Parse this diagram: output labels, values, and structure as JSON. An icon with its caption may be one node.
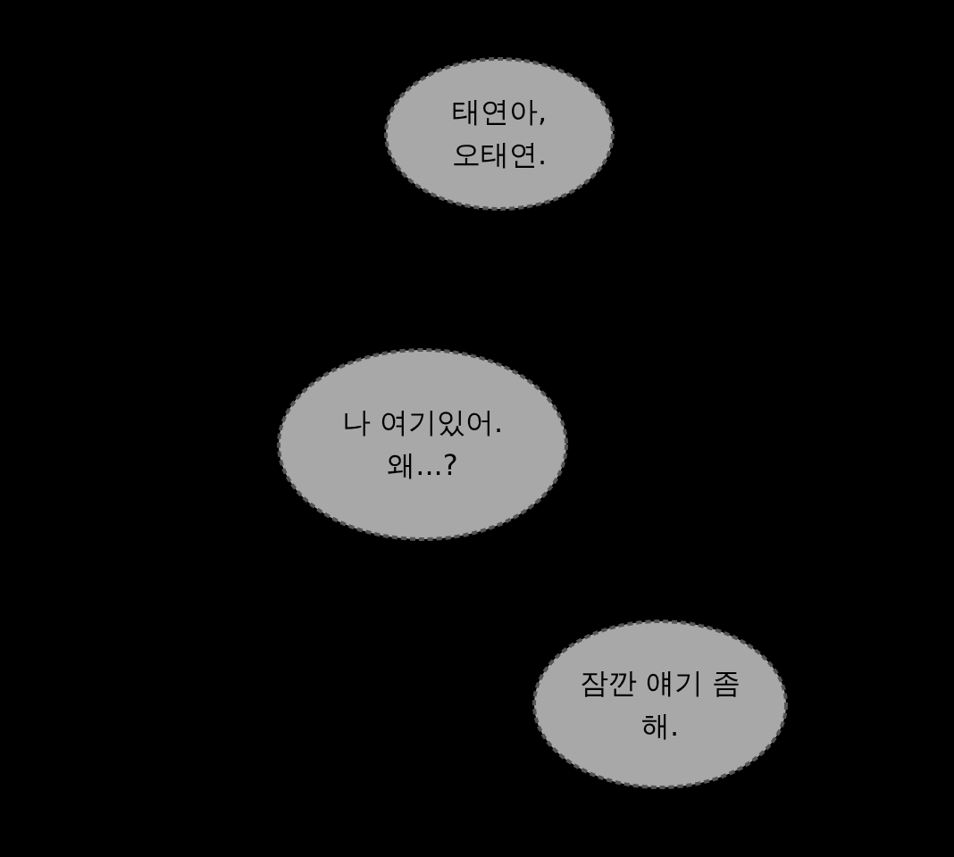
{
  "diagram": {
    "nodes": [
      {
        "text": [
          "태연아, 오태연."
        ]
      },
      {
        "text": [
          "나 여기있어. 왜...?"
        ]
      },
      {
        "text": [
          "잠깐 얘기 좀 해."
        ]
      }
    ]
  }
}
